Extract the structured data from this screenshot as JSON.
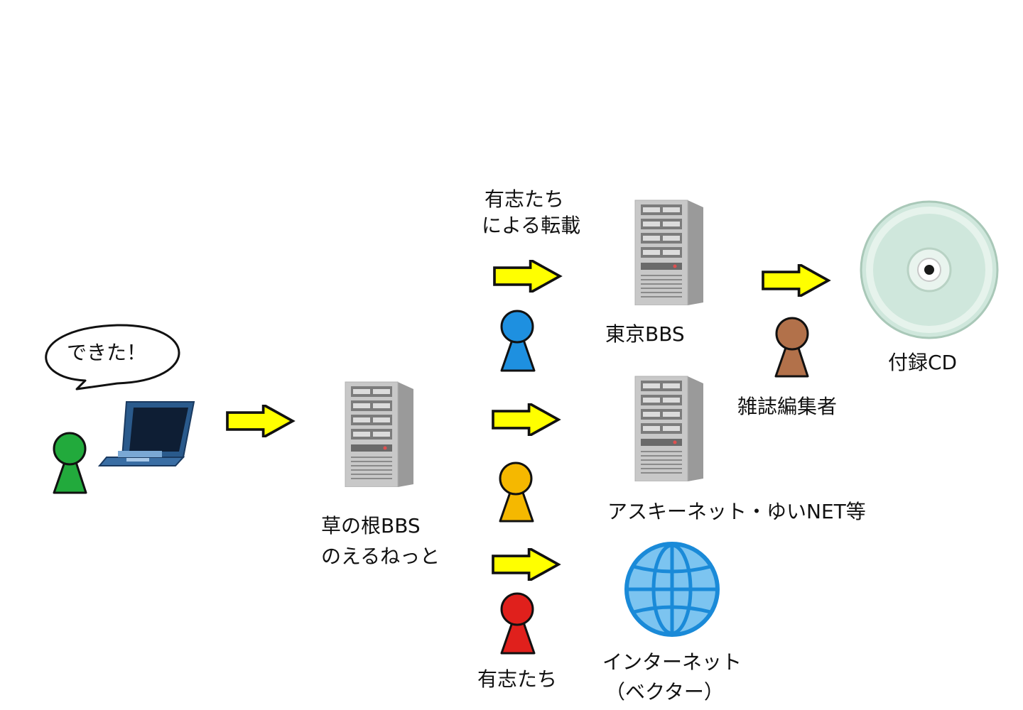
{
  "speech": {
    "text": "できた！"
  },
  "labels": {
    "bbs1_line1": "草の根BBS",
    "bbs1_line2": "のえるねっと",
    "volunteers_top_line1": "有志たち",
    "volunteers_top_line2": "による転載",
    "tokyo_bbs": "東京BBS",
    "ascii_net": "アスキーネット・ゆいNET等",
    "internet_line1": "インターネット",
    "internet_line2": "（ベクター）",
    "volunteers_bottom": "有志たち",
    "editor": "雑誌編集者",
    "appendix_cd": "付録CD"
  },
  "colors": {
    "arrow_fill": "#ffff00",
    "person_green": "#22aa3c",
    "person_blue": "#1e90e0",
    "person_orange": "#f5b800",
    "person_red": "#e0201c",
    "person_brown": "#b2714a",
    "globe_fill": "#7cc4f0",
    "globe_lines": "#1a8ad8",
    "cd_fill": "#cfe7dc"
  },
  "icons": [
    "laptop-icon",
    "server-icon",
    "globe-icon",
    "cd-icon",
    "person-icon",
    "arrow-icon"
  ]
}
